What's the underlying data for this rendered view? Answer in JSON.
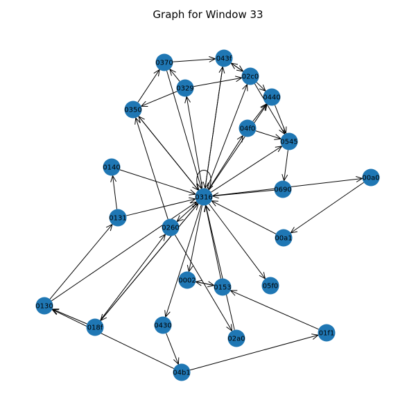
{
  "title": "Graph for Window 33",
  "colors": {
    "node": "#1f77b4",
    "edge": "#000000",
    "background": "#ffffff"
  },
  "nodes": [
    "0370",
    "043f",
    "02c0",
    "0329",
    "0440",
    "0350",
    "04f0",
    "0545",
    "0140",
    "0316",
    "00a0",
    "0690",
    "0131",
    "0260",
    "00a1",
    "0002",
    "0153",
    "05f0",
    "0130",
    "018f",
    "0430",
    "02a0",
    "01f1",
    "04b1"
  ],
  "edges": [
    [
      "0370",
      "043f"
    ],
    [
      "0350",
      "0370"
    ],
    [
      "0370",
      "0316"
    ],
    [
      "0329",
      "0370"
    ],
    [
      "0329",
      "02c0"
    ],
    [
      "0329",
      "0350"
    ],
    [
      "043f",
      "02c0"
    ],
    [
      "02c0",
      "043f"
    ],
    [
      "02c0",
      "0440"
    ],
    [
      "02c0",
      "0545"
    ],
    [
      "0440",
      "0545"
    ],
    [
      "04f0",
      "0545"
    ],
    [
      "0316",
      "043f"
    ],
    [
      "043f",
      "0316"
    ],
    [
      "0316",
      "02c0"
    ],
    [
      "0316",
      "04f0"
    ],
    [
      "04f0",
      "0440"
    ],
    [
      "0316",
      "0440"
    ],
    [
      "0316",
      "0545"
    ],
    [
      "0545",
      "0690"
    ],
    [
      "0350",
      "0316"
    ],
    [
      "0316",
      "0350"
    ],
    [
      "0316",
      "0329"
    ],
    [
      "0316",
      "0316"
    ],
    [
      "0140",
      "0316"
    ],
    [
      "0131",
      "0140"
    ],
    [
      "0131",
      "0316"
    ],
    [
      "0690",
      "0316"
    ],
    [
      "0316",
      "00a0"
    ],
    [
      "00a0",
      "00a1"
    ],
    [
      "00a1",
      "0316"
    ],
    [
      "0316",
      "05f0"
    ],
    [
      "0316",
      "0260"
    ],
    [
      "0260",
      "0350"
    ],
    [
      "0260",
      "02a0"
    ],
    [
      "0153",
      "0316"
    ],
    [
      "0316",
      "0002"
    ],
    [
      "0002",
      "0153"
    ],
    [
      "0153",
      "0002"
    ],
    [
      "02a0",
      "0316"
    ],
    [
      "0316",
      "0430"
    ],
    [
      "0430",
      "04b1"
    ],
    [
      "01f1",
      "0153"
    ],
    [
      "04b1",
      "01f1"
    ],
    [
      "018f",
      "0130"
    ],
    [
      "04b1",
      "0130"
    ],
    [
      "0130",
      "0131"
    ],
    [
      "0130",
      "0316"
    ],
    [
      "018f",
      "0316"
    ],
    [
      "0316",
      "018f"
    ],
    [
      "018f",
      "0260"
    ]
  ]
}
